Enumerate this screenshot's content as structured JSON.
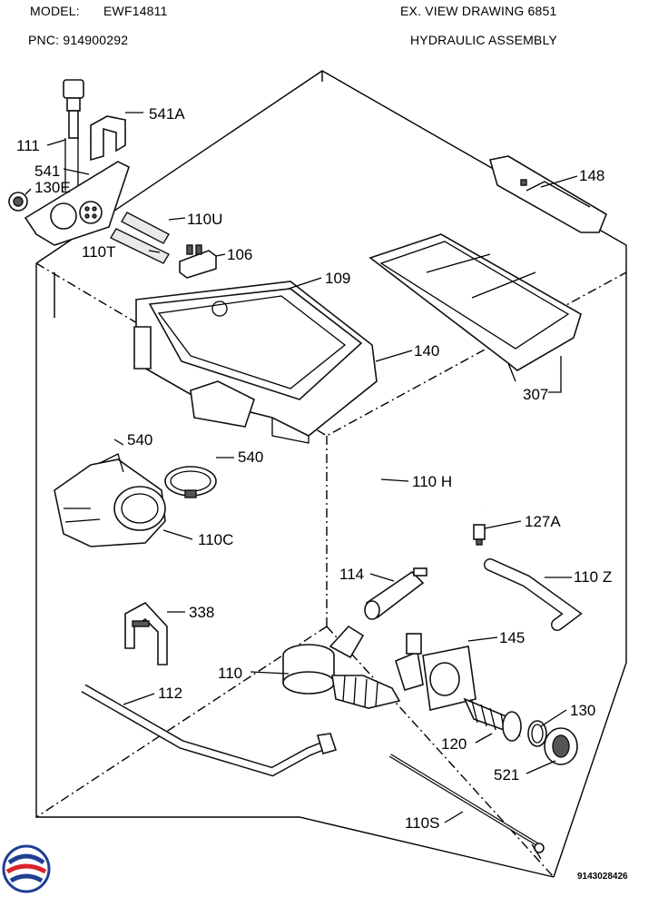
{
  "header": {
    "model_label": "MODEL:",
    "model_value": "EWF14811",
    "pnc": "PNC: 914900292",
    "drawing": "EX. VIEW DRAWING 6851",
    "section": "HYDRAULIC ASSEMBLY"
  },
  "diagram_code": "9143028426",
  "labels": {
    "p541a": "541A",
    "p111": "111",
    "p541": "541",
    "p130e": "130E",
    "p110u": "110U",
    "p110t": "110T",
    "p106": "106",
    "p109": "109",
    "p148": "148",
    "p140": "140",
    "p307": "307",
    "p540a": "540",
    "p540b": "540",
    "p110c": "110C",
    "p110h": "110 H",
    "p127a": "127A",
    "p114": "114",
    "p110z": "110 Z",
    "p338": "338",
    "p145": "145",
    "p110": "110",
    "p112": "112",
    "p130": "130",
    "p120": "120",
    "p521": "521",
    "p110s": "110S"
  },
  "colors": {
    "logo_blue": "#1f3f93",
    "logo_red": "#d8232a"
  }
}
